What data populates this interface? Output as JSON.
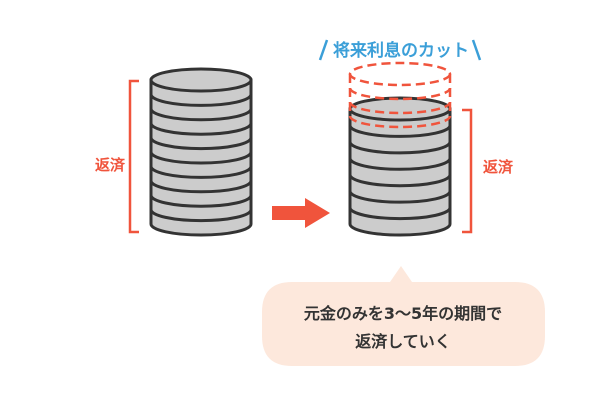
{
  "left_stack": {
    "label": "返済"
  },
  "right_stack": {
    "label": "返済",
    "cut_label": "将来利息のカット"
  },
  "callout": {
    "line1": "元金のみを3〜5年の期間で",
    "line2": "返済していく"
  },
  "colors": {
    "accent": "#f0543c",
    "cut_label": "#3b9fd8",
    "coin_fill": "#cccccc",
    "coin_stroke": "#333333",
    "callout_bg": "#fde8dc"
  }
}
